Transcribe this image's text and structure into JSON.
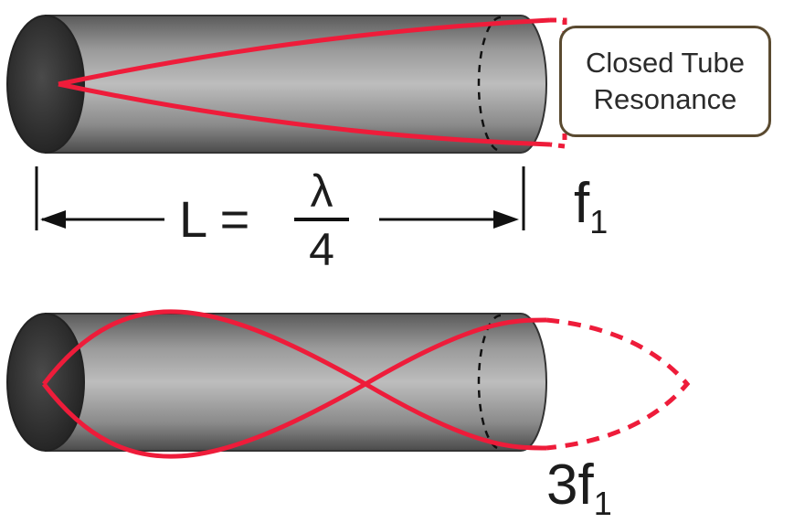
{
  "title_box": {
    "line1": "Closed Tube",
    "line2": "Resonance"
  },
  "first_mode": {
    "freq_base": "f",
    "freq_sub": "1"
  },
  "length_equation": {
    "lhs": "L =",
    "numerator": "λ",
    "denominator": "4"
  },
  "third_mode": {
    "freq_base": "3f",
    "freq_sub": "1"
  },
  "colors": {
    "wave": "#ee1c3a",
    "tube_dark": "#3a3a3a",
    "tube_light": "#b8b8b8",
    "box_border": "#5a4a30"
  }
}
